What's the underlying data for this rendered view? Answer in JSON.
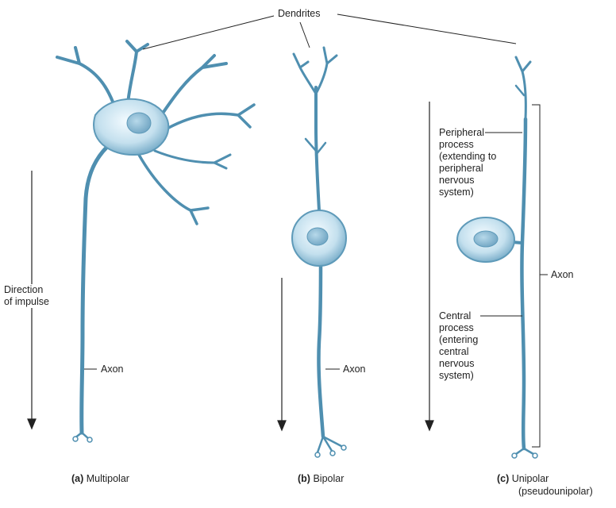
{
  "labels": {
    "dendrites": "Dendrites",
    "direction": "Direction\nof impulse",
    "axon_a": "Axon",
    "axon_b": "Axon",
    "axon_c": "Axon",
    "peripheral": "Peripheral\nprocess\n(extending to\nperipheral\nnervous\nsystem)",
    "central": "Central\nprocess\n(entering\ncentral\nnervous\nsystem)"
  },
  "captions": {
    "a": {
      "letter": "(a)",
      "text": "Multipolar"
    },
    "b": {
      "letter": "(b)",
      "text": "Bipolar"
    },
    "c": {
      "letter": "(c)",
      "text": "Unipolar",
      "sub": "(pseudounipolar)"
    }
  },
  "colors": {
    "neuron_stroke": "#4f8fb0",
    "neuron_fill": "#cfe6f2",
    "nucleus": "#8fc0db",
    "line": "#222222"
  }
}
